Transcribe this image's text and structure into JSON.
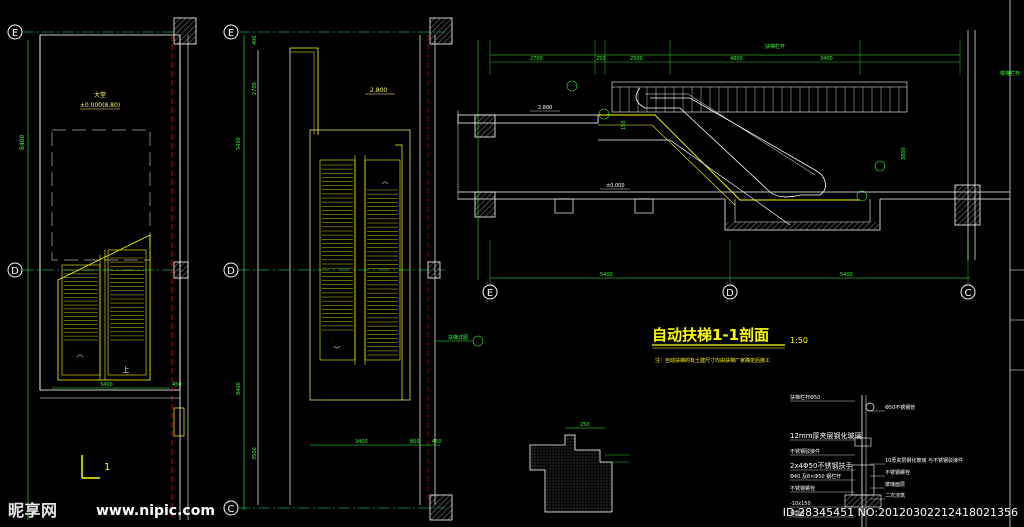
{
  "axes": {
    "E": "E",
    "D": "D",
    "C": "C"
  },
  "plan_left": {
    "room_label": "大堂",
    "level": "±0.000(8.80)",
    "dim_vertical": "8400",
    "dim_bottom_a": "3400",
    "dim_bottom_b": "450",
    "up_label": "上",
    "view_number": "1"
  },
  "plan_mid": {
    "level": "2.800",
    "dims_left": [
      "400",
      "2700",
      "5400",
      "8400",
      "3500"
    ],
    "dim_bottom_a": "3400",
    "dim_bottom_b": "800",
    "dim_bottom_c": "450",
    "callout_label": "扶梯详图"
  },
  "section": {
    "title": "自动扶梯1-1剖面",
    "scale": "1:50",
    "note": "注：自动扶梯的有土建尺寸均由扶梯厂家确定后施工",
    "level_upper": "2.800",
    "level_lower": "±0.000",
    "dims_top": [
      "2700",
      "250",
      "2500",
      "4800",
      "3400"
    ],
    "dims_bottom": [
      "5400",
      "5400"
    ],
    "dim_mid": "150",
    "dim_right": "3800",
    "label_top": "扶梯栏杆",
    "label_far_right": "楼梯栏杆"
  },
  "detail": {
    "dim": "250",
    "annotations": [
      "扶梯栏杆Φ50",
      "Φ50不锈钢管",
      "12mm厚夹层钢化玻璃",
      "不锈钢驳接件",
      "2x4Φ50不锈钢扶手",
      "Φ40 及8×Φ50 钢栏杆",
      "不锈钢螺栓",
      "-10x150",
      "预埋件",
      "10厚夹层钢化玻璃 与不锈钢驳接件",
      "不锈钢螺栓",
      "玻璃面层",
      "二次浇筑"
    ]
  },
  "watermark": {
    "site": "昵享网",
    "url": "www.nipic.com",
    "id": "ID:28345451 NO:20120302212418021356"
  },
  "colors": {
    "background": "#000000",
    "wall": "#ffffff",
    "axis_line": "#00cc66",
    "escalator": "#ffff00",
    "dimension": "#33ff33",
    "handrail": "#ffff66",
    "hatch": "#666666",
    "red": "#ff0000"
  }
}
